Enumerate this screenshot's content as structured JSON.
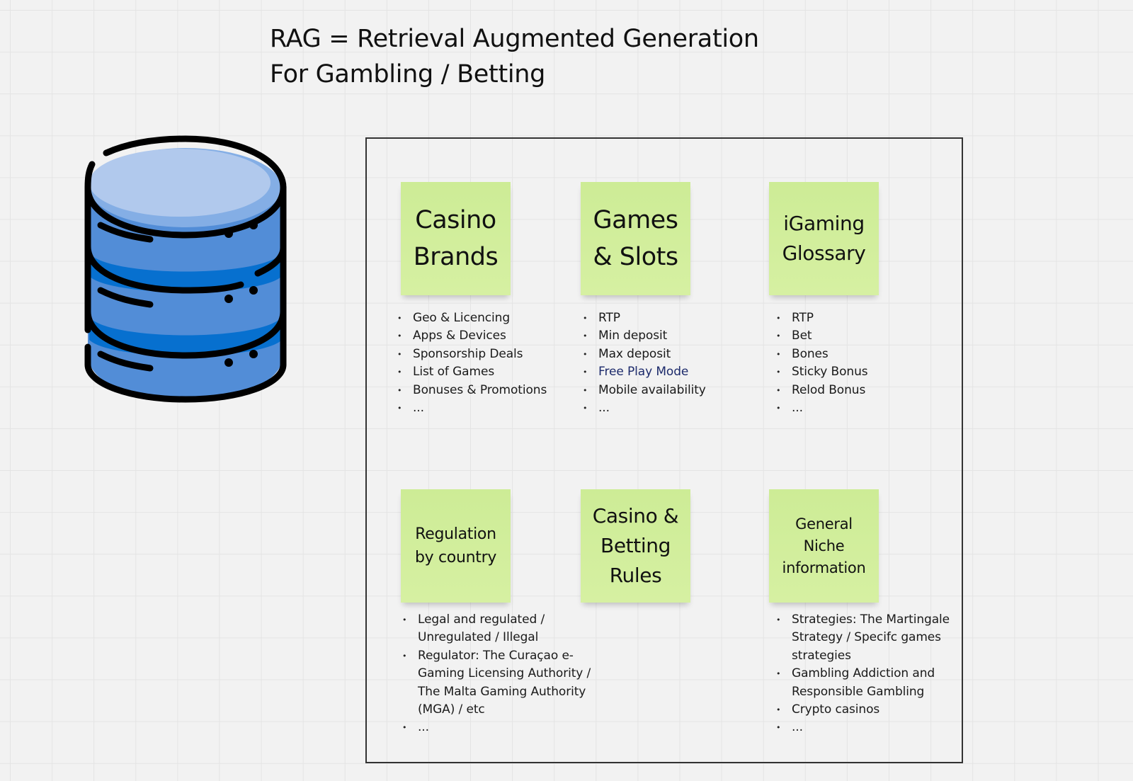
{
  "title": {
    "line1": "RAG = Retrieval Augmented Generation",
    "line2": "For Gambling / Betting"
  },
  "icon": {
    "name": "database-icon",
    "colors": {
      "top": "#b1c9ed",
      "body": "#528dd7",
      "band": "#0770cf",
      "outline": "#000000"
    }
  },
  "sticky_color": "#d1ee9c",
  "categories": [
    {
      "title": "Casino Brands",
      "lines": [
        "Casino",
        "Brands"
      ],
      "items": [
        "Geo & Licencing",
        "Apps & Devices",
        "Sponsorship Deals",
        "List of Games",
        "Bonuses & Promotions",
        "..."
      ]
    },
    {
      "title": "Games & Slots",
      "lines": [
        "Games",
        "& Slots"
      ],
      "items": [
        "RTP",
        "Min deposit",
        "Max deposit",
        "Free Play Mode",
        "Mobile availability",
        "..."
      ]
    },
    {
      "title": "iGaming Glossary",
      "lines": [
        "iGaming",
        "Glossary"
      ],
      "items": [
        "RTP",
        "Bet",
        "Bones",
        "Sticky Bonus",
        "Relod Bonus",
        "..."
      ]
    },
    {
      "title": "Regulation by country",
      "lines": [
        "Regulation",
        "by country"
      ],
      "items": [
        "Legal and regulated / Unregulated / Illegal",
        "Regulator: The Curaçao e-Gaming Licensing Authority / The Malta Gaming Authority (MGA) / etc",
        "..."
      ]
    },
    {
      "title": "Casino & Betting Rules",
      "lines": [
        "Casino &",
        "Betting",
        "Rules"
      ],
      "items": []
    },
    {
      "title": "General Niche information",
      "lines": [
        "General",
        "Niche",
        "information"
      ],
      "items": [
        "Strategies: The Martingale Strategy / Specifc games strategies",
        "Gambling Addiction and Responsible Gambling",
        "Crypto casinos",
        "..."
      ]
    }
  ]
}
